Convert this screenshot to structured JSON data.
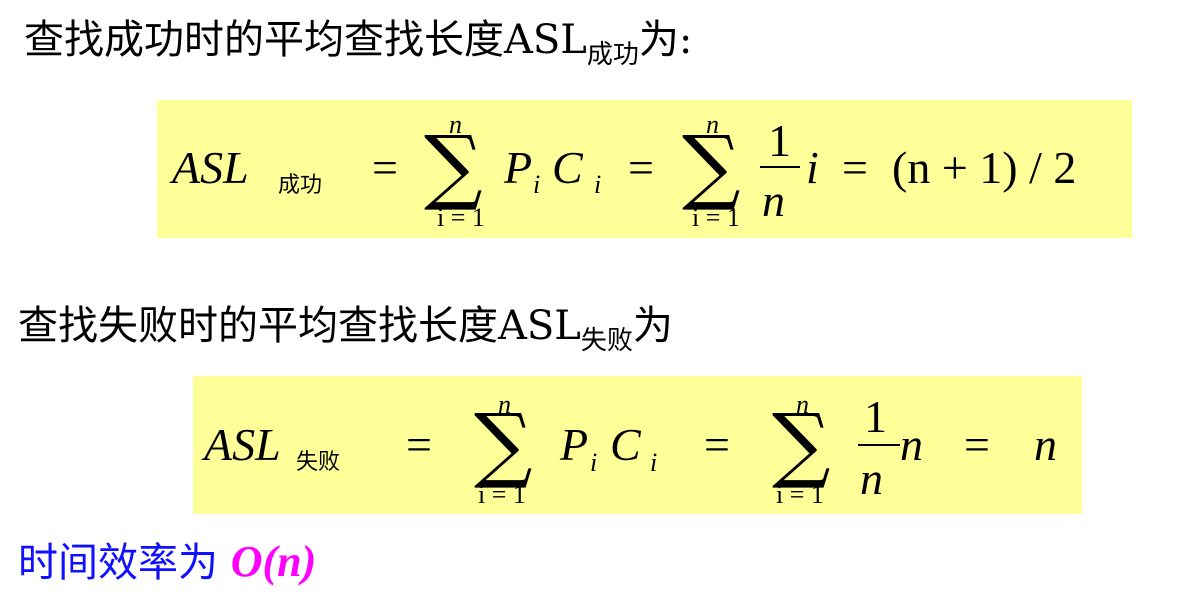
{
  "heading1": {
    "text": "查找成功时的平均查找长度ASL",
    "sub": "成功",
    "suffix": "为:"
  },
  "formula1": {
    "lhs": "ASL",
    "lhs_sub": "成功",
    "eq1": "=",
    "sum1_upper": "n",
    "sum1_lower": "i = 1",
    "term1_P": "P",
    "term1_Pi": "i",
    "term1_C": "C",
    "term1_Ci": "i",
    "eq2": "=",
    "sum2_upper": "n",
    "sum2_lower": "i = 1",
    "frac_num": "1",
    "frac_den": "n",
    "after_frac": "i",
    "eq3": "=",
    "result": "(n + 1) / 2"
  },
  "heading2": {
    "text": "查找失败时的平均查找长度ASL",
    "sub": "失败",
    "suffix": "为"
  },
  "formula2": {
    "lhs": "ASL",
    "lhs_sub": "失败",
    "eq1": "=",
    "sum1_upper": "n",
    "sum1_lower": "i = 1",
    "term1_P": "P",
    "term1_Pi": "i",
    "term1_C": "C",
    "term1_Ci": "i",
    "eq2": "=",
    "sum2_upper": "n",
    "sum2_lower": "i = 1",
    "frac_num": "1",
    "frac_den": "n",
    "after_frac": "n",
    "eq3": "=",
    "result": "n"
  },
  "conclusion": {
    "text": "时间效率为 ",
    "complexity": "O(n)"
  },
  "colors": {
    "box": "#ffff99",
    "conclusion_text": "#1010ff",
    "complexity": "#ff00ff"
  }
}
